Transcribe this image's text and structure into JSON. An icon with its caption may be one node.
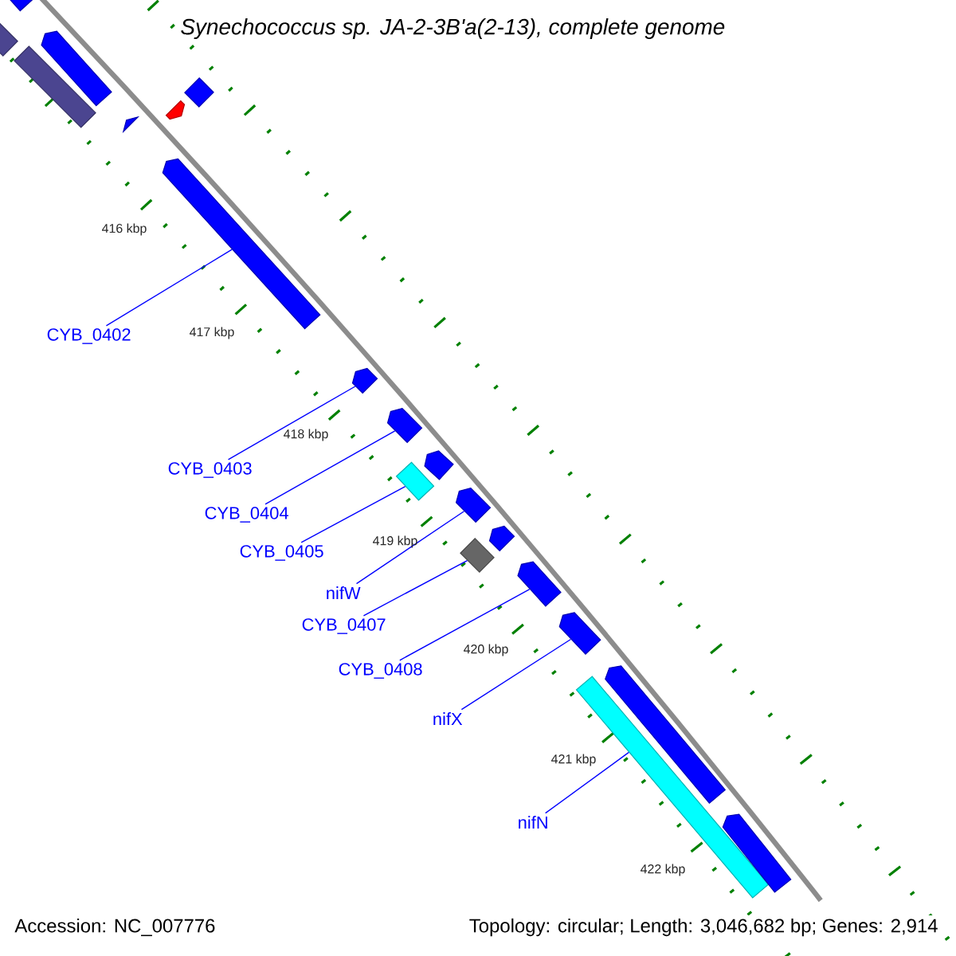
{
  "diagram": {
    "title": "Synechococcus sp. JA-2-3B'a(2-13), complete genome",
    "nodes": [
      {
        "text": [
          "CYB_0402"
        ]
      },
      {
        "text": [
          "CYB_0403"
        ]
      },
      {
        "text": [
          "CYB_0404"
        ]
      },
      {
        "text": [
          "CYB_0405"
        ]
      },
      {
        "text": [
          "nifW"
        ]
      },
      {
        "text": [
          "CYB_0407"
        ]
      },
      {
        "text": [
          "CYB_0408"
        ]
      },
      {
        "text": [
          "nifX"
        ]
      },
      {
        "text": [
          "nifN"
        ]
      },
      {
        "text": [],
        "shape": "bar"
      },
      {
        "text": [],
        "shape": "bar"
      },
      {
        "text": [],
        "shape": "bar"
      },
      {
        "text": [],
        "shape": "bar"
      },
      {
        "text": [],
        "shape": "bar"
      },
      {
        "text": [],
        "shape": "bar"
      },
      {
        "text": [],
        "shape": "bar"
      },
      {
        "text": [],
        "shape": "bar"
      },
      {
        "text": [],
        "shape": "bar"
      },
      {
        "text": [],
        "shape": "bar"
      },
      {
        "text": [],
        "shape": "bar"
      },
      {
        "text": [],
        "shape": "bar"
      },
      {
        "text": [],
        "shape": "bar"
      },
      {
        "text": [],
        "shape": "bar"
      },
      {
        "text": [],
        "shape": "bar"
      },
      {
        "text": [],
        "shape": "bar"
      },
      {
        "text": [],
        "shape": "bar"
      },
      {
        "text": [],
        "shape": "bar"
      },
      {
        "text": [],
        "shape": "bar"
      },
      {
        "text": [],
        "shape": "bar"
      }
    ],
    "edges": [
      {
        "from": 0,
        "to": 16,
        "arrow": "none"
      },
      {
        "from": 1,
        "to": 17,
        "arrow": "none"
      },
      {
        "from": 2,
        "to": 18,
        "arrow": "none"
      },
      {
        "from": 3,
        "to": 20,
        "arrow": "none"
      },
      {
        "from": 4,
        "to": 21,
        "arrow": "none"
      },
      {
        "from": 5,
        "to": 23,
        "arrow": "none"
      },
      {
        "from": 6,
        "to": 24,
        "arrow": "none"
      },
      {
        "from": 7,
        "to": 25,
        "arrow": "none"
      },
      {
        "from": 8,
        "to": 27,
        "arrow": "none"
      }
    ],
    "labels": [
      "416 kbp",
      "417 kbp",
      "418 kbp",
      "419 kbp",
      "420 kbp",
      "421 kbp",
      "422 kbp",
      "Accession: NC_007776",
      "Topology: circular; Length: 3,046,682 bp; Genes: 2,914"
    ]
  }
}
